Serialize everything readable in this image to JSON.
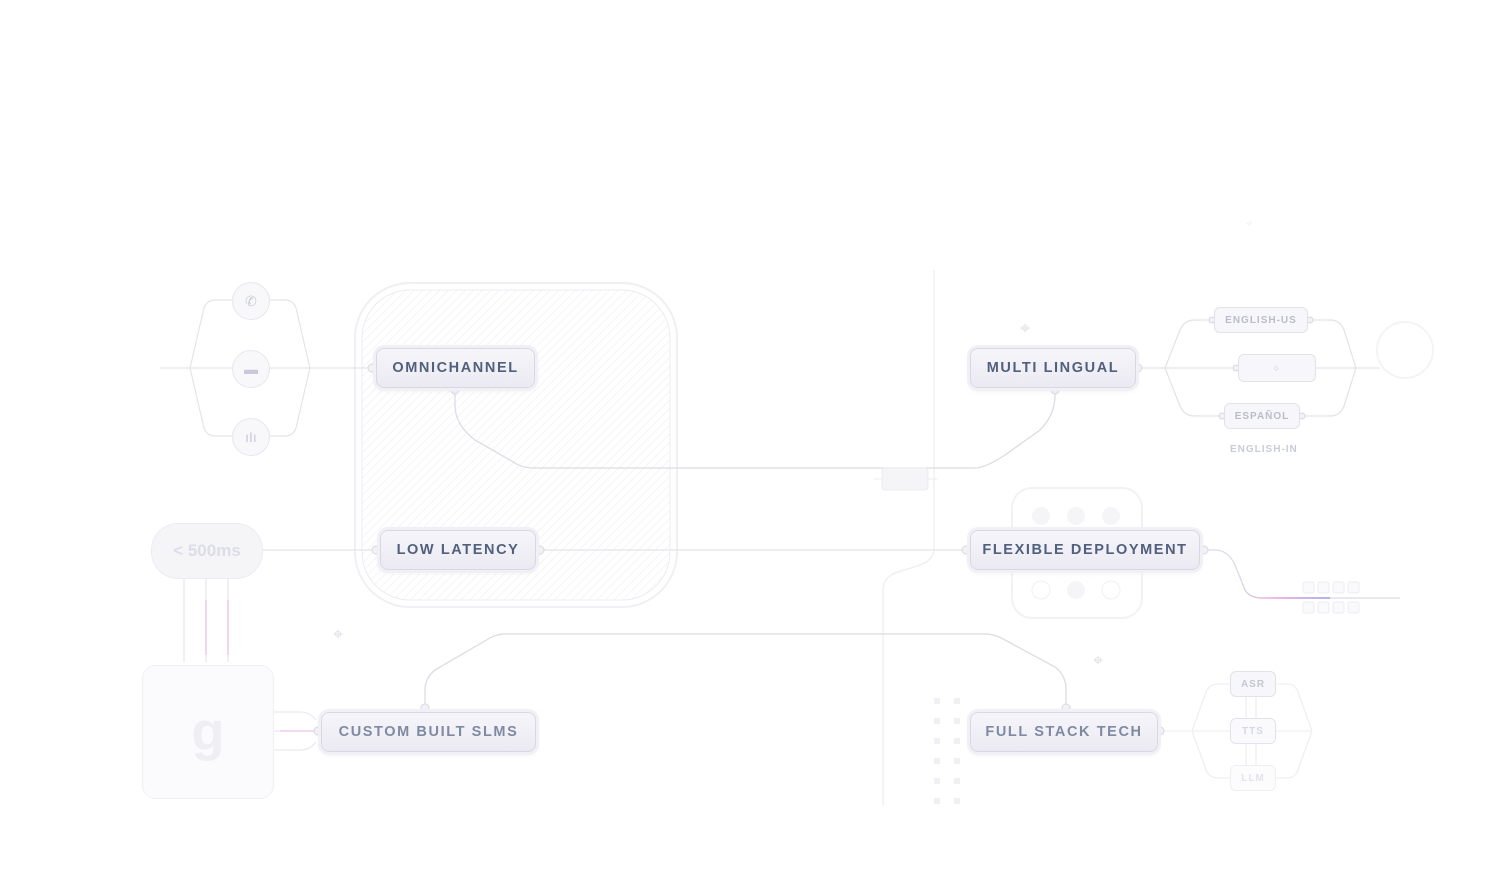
{
  "nodes": {
    "omnichannel": "OMNICHANNEL",
    "low_latency": "LOW LATENCY",
    "custom_slms": "CUSTOM BUILT SLMS",
    "multi_lingual": "MULTI LINGUAL",
    "flexible_deployment": "FLEXIBLE DEPLOYMENT",
    "full_stack": "FULL STACK TECH"
  },
  "latency_badge": "< 500ms",
  "chip_letter": "g",
  "languages": {
    "english_us": "ENGLISH-US",
    "espanol": "ESPAÑOL",
    "english_in": "ENGLISH-IN"
  },
  "tech_stack": [
    "ASR",
    "TTS",
    "LLM"
  ],
  "channel_icons": [
    "phone-icon",
    "chat-icon",
    "voice-wave-icon"
  ],
  "colors": {
    "node_text": "#51607d",
    "wire": "#dcdbe6",
    "accent_pink": "#e38ad6",
    "accent_blue": "#7b8cf2"
  }
}
